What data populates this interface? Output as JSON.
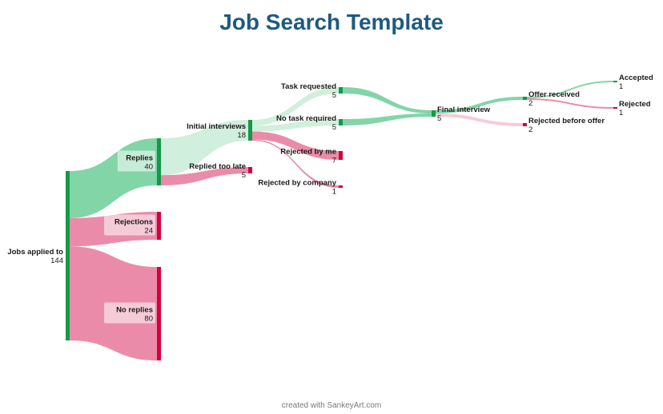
{
  "title": "Job Search Template",
  "footer": "created with SankeyArt.com",
  "colors": {
    "positive_node": "#139a48",
    "negative_node": "#d6003f",
    "positive_flow": "#6cce98",
    "positive_flow_light": "#c8ecd6",
    "negative_flow": "#e6789a",
    "negative_flow_light": "#f5c2d1",
    "title": "#1f5a7e"
  },
  "nodes": [
    {
      "id": "jobs",
      "label": "Jobs applied to",
      "value": "144",
      "type": "positive"
    },
    {
      "id": "replies",
      "label": "Replies",
      "value": "40",
      "type": "positive"
    },
    {
      "id": "rejections",
      "label": "Rejections",
      "value": "24",
      "type": "negative"
    },
    {
      "id": "noreplies",
      "label": "No replies",
      "value": "80",
      "type": "negative"
    },
    {
      "id": "initial",
      "label": "Initial interviews",
      "value": "18",
      "type": "positive"
    },
    {
      "id": "toolate",
      "label": "Replied too late",
      "value": "5",
      "type": "negative"
    },
    {
      "id": "task",
      "label": "Task requested",
      "value": "5",
      "type": "positive"
    },
    {
      "id": "notask",
      "label": "No task required",
      "value": "5",
      "type": "positive"
    },
    {
      "id": "byme",
      "label": "Rejected by me",
      "value": "7",
      "type": "negative"
    },
    {
      "id": "bycompany",
      "label": "Rejected by company",
      "value": "1",
      "type": "negative"
    },
    {
      "id": "final",
      "label": "Final interview",
      "value": "5",
      "type": "positive"
    },
    {
      "id": "offer",
      "label": "Offer received",
      "value": "2",
      "type": "positive"
    },
    {
      "id": "rejbefore",
      "label": "Rejected before offer",
      "value": "2",
      "type": "negative"
    },
    {
      "id": "accepted",
      "label": "Accepted",
      "value": "1",
      "type": "positive"
    },
    {
      "id": "rejected",
      "label": "Rejected",
      "value": "1",
      "type": "negative"
    }
  ],
  "links": [
    {
      "source": "jobs",
      "target": "replies",
      "value": 40
    },
    {
      "source": "jobs",
      "target": "rejections",
      "value": 24
    },
    {
      "source": "jobs",
      "target": "noreplies",
      "value": 80
    },
    {
      "source": "replies",
      "target": "initial",
      "value": 18
    },
    {
      "source": "replies",
      "target": "toolate",
      "value": 5
    },
    {
      "source": "initial",
      "target": "task",
      "value": 5
    },
    {
      "source": "initial",
      "target": "notask",
      "value": 5
    },
    {
      "source": "initial",
      "target": "byme",
      "value": 7
    },
    {
      "source": "initial",
      "target": "bycompany",
      "value": 1
    },
    {
      "source": "task",
      "target": "final",
      "value": 2.5
    },
    {
      "source": "notask",
      "target": "final",
      "value": 2.5
    },
    {
      "source": "final",
      "target": "offer",
      "value": 2
    },
    {
      "source": "final",
      "target": "rejbefore",
      "value": 2
    },
    {
      "source": "offer",
      "target": "accepted",
      "value": 1
    },
    {
      "source": "offer",
      "target": "rejected",
      "value": 1
    }
  ]
}
